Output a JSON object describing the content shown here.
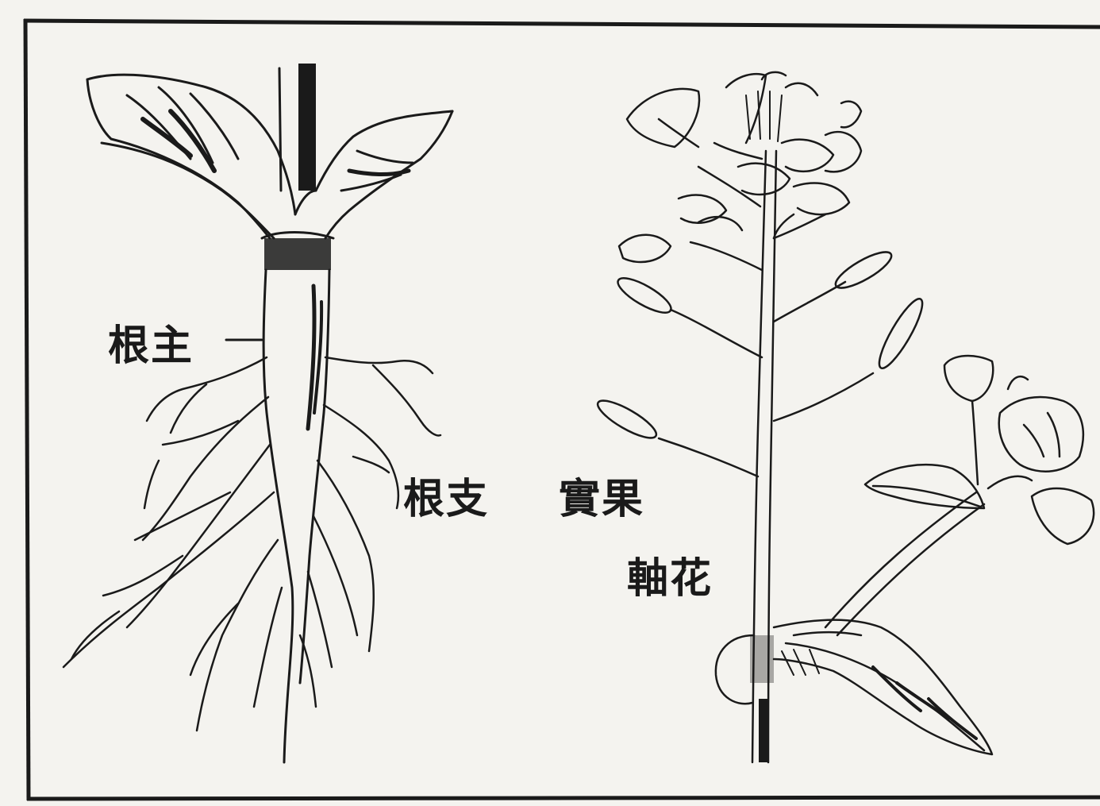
{
  "labels": {
    "main_root": "根主",
    "branch_root": "根支",
    "fruit": "實果",
    "flower_axis": "軸花"
  },
  "colors": {
    "paper": "#f4f3ef",
    "ink": "#1a1a1a"
  }
}
